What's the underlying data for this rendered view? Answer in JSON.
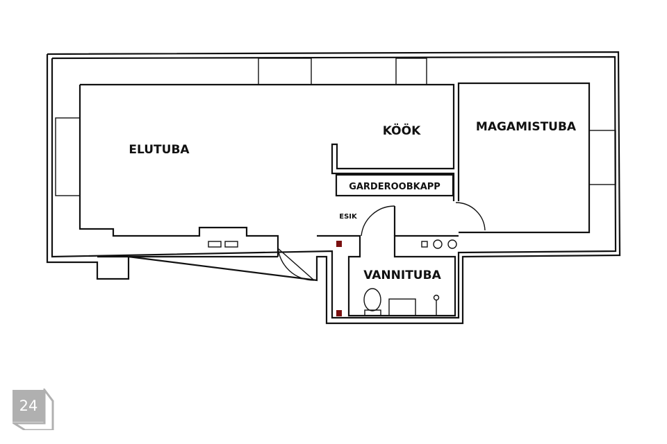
{
  "plan": {
    "rooms": {
      "living": "ELUTUBA",
      "kitchen": "KÖÖK",
      "bedroom": "MAGAMISTUBA",
      "wardrobe": "GARDEROOBKAPP",
      "hall": "ESIK",
      "bathroom": "VANNITUBA"
    }
  },
  "badge": {
    "number": "24"
  },
  "colors": {
    "wall": "#111111",
    "badge": "#b0b0b0",
    "outlet": "#7a1010"
  }
}
